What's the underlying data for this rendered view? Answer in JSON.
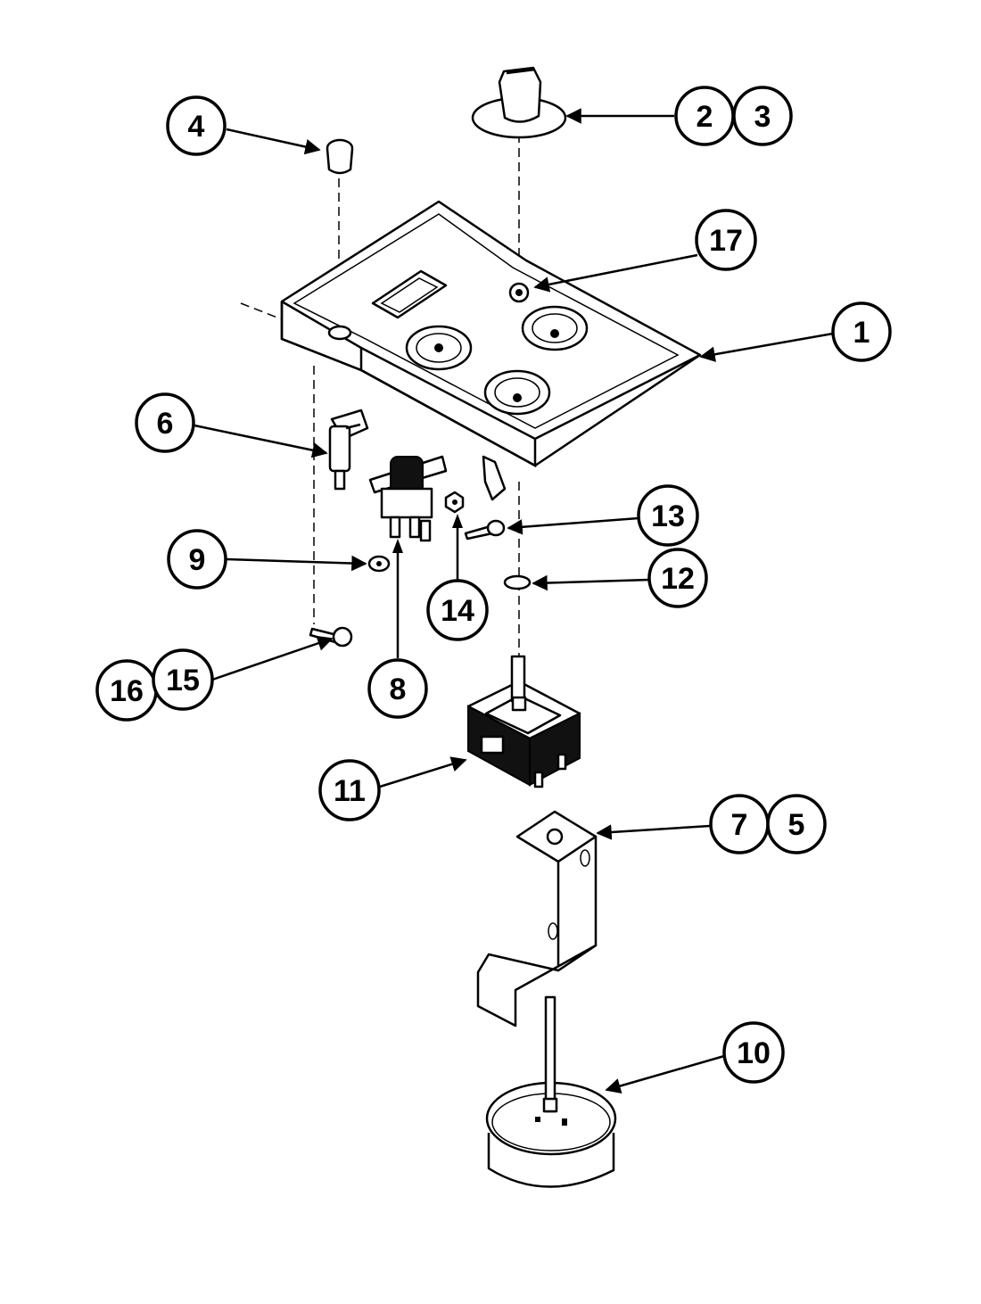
{
  "diagram": {
    "callouts": [
      {
        "id": "c1",
        "label": "1"
      },
      {
        "id": "c2",
        "label": "2"
      },
      {
        "id": "c3",
        "label": "3"
      },
      {
        "id": "c4",
        "label": "4"
      },
      {
        "id": "c5",
        "label": "5"
      },
      {
        "id": "c6",
        "label": "6"
      },
      {
        "id": "c7",
        "label": "7"
      },
      {
        "id": "c8",
        "label": "8"
      },
      {
        "id": "c9",
        "label": "9"
      },
      {
        "id": "c10",
        "label": "10"
      },
      {
        "id": "c11",
        "label": "11"
      },
      {
        "id": "c12",
        "label": "12"
      },
      {
        "id": "c13",
        "label": "13"
      },
      {
        "id": "c14",
        "label": "14"
      },
      {
        "id": "c15",
        "label": "15"
      },
      {
        "id": "c16",
        "label": "16"
      },
      {
        "id": "c17",
        "label": "17"
      }
    ],
    "colors": {
      "ink": "#000000",
      "paper": "#ffffff"
    }
  }
}
